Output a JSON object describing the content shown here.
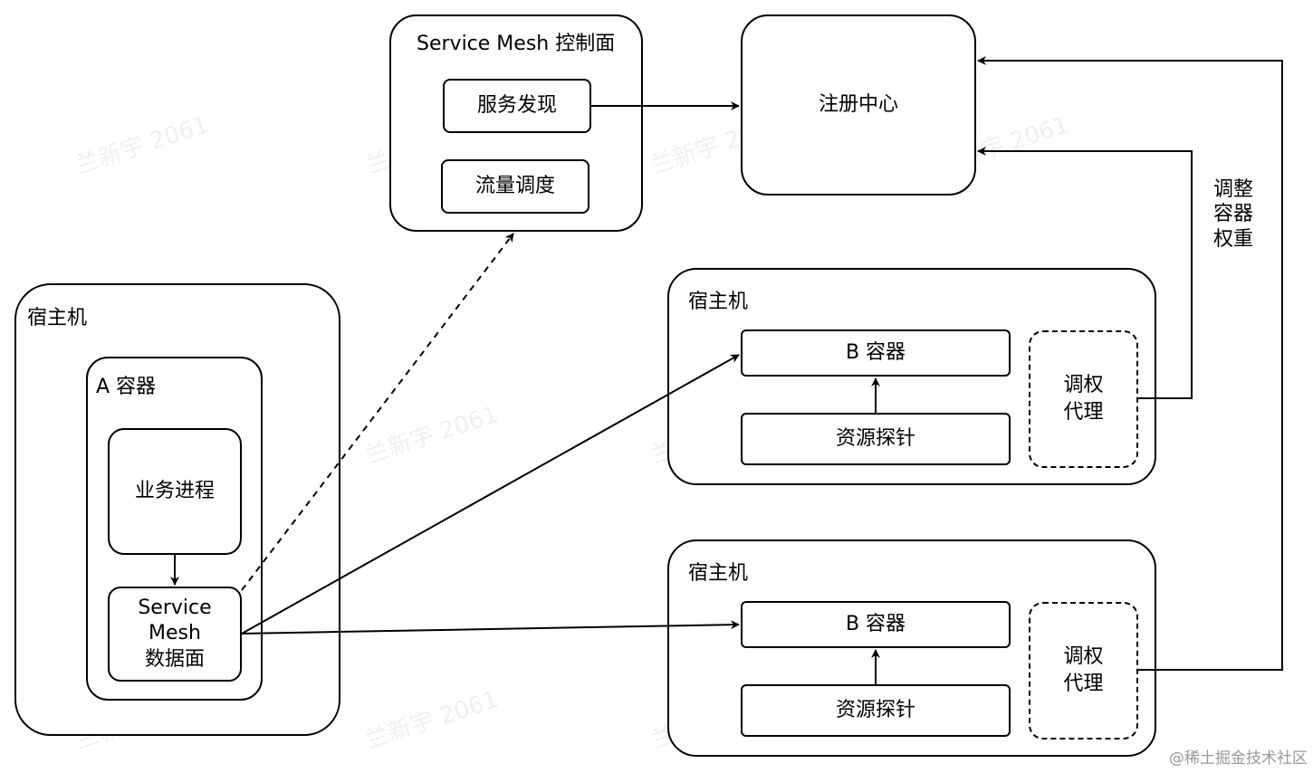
{
  "control_plane": {
    "title": "Service Mesh 控制面",
    "service_discovery": "服务发现",
    "traffic_scheduling": "流量调度"
  },
  "registry": {
    "label": "注册中心"
  },
  "adjust_weight": {
    "line1": "调整",
    "line2": "容器",
    "line3": "权重"
  },
  "host_a": {
    "title": "宿主机",
    "container_title": "A 容器",
    "business_process": "业务进程",
    "data_plane": {
      "line1": "Service",
      "line2": "Mesh",
      "line3": "数据面"
    }
  },
  "host_b1": {
    "title": "宿主机",
    "container": "B 容器",
    "probe": "资源探针",
    "proxy": {
      "line1": "调权",
      "line2": "代理"
    }
  },
  "host_b2": {
    "title": "宿主机",
    "container": "B 容器",
    "probe": "资源探针",
    "proxy": {
      "line1": "调权",
      "line2": "代理"
    }
  },
  "watermark": "兰新宇 2061",
  "credit": "@稀土掘金技术社区"
}
